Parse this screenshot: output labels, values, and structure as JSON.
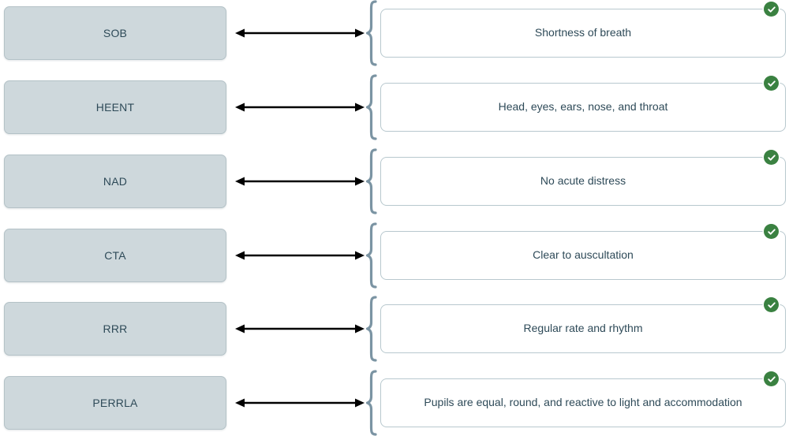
{
  "activity": {
    "type": "matching-exercise",
    "title": "",
    "pairs": [
      {
        "term": "SOB",
        "definition": "Shortness of breath",
        "status": "correct",
        "status_icon": "check-circle-icon",
        "connector_icon": "double-arrow-icon",
        "brace_icon": "curly-brace-icon"
      },
      {
        "term": "HEENT",
        "definition": "Head, eyes, ears, nose, and throat",
        "status": "correct",
        "status_icon": "check-circle-icon",
        "connector_icon": "double-arrow-icon",
        "brace_icon": "curly-brace-icon"
      },
      {
        "term": "NAD",
        "definition": "No acute distress",
        "status": "correct",
        "status_icon": "check-circle-icon",
        "connector_icon": "double-arrow-icon",
        "brace_icon": "curly-brace-icon"
      },
      {
        "term": "CTA",
        "definition": "Clear to auscultation",
        "status": "correct",
        "status_icon": "check-circle-icon",
        "connector_icon": "double-arrow-icon",
        "brace_icon": "curly-brace-icon"
      },
      {
        "term": "RRR",
        "definition": "Regular rate and rhythm",
        "status": "correct",
        "status_icon": "check-circle-icon",
        "connector_icon": "double-arrow-icon",
        "brace_icon": "curly-brace-icon"
      },
      {
        "term": "PERRLA",
        "definition": "Pupils are equal, round, and reactive to light and accommodation",
        "status": "correct",
        "status_icon": "check-circle-icon",
        "connector_icon": "double-arrow-icon",
        "brace_icon": "curly-brace-icon"
      }
    ]
  },
  "colors": {
    "term_box_fill": "#ced8dc",
    "term_box_border": "#b4c2c7",
    "card_fill": "#ffffff",
    "card_border": "#b8c8ce",
    "text": "#2e4a58",
    "arrow": "#000000",
    "brace": "#7b94a3",
    "status_correct": "#3a8141",
    "page_background": "#ffffff"
  }
}
